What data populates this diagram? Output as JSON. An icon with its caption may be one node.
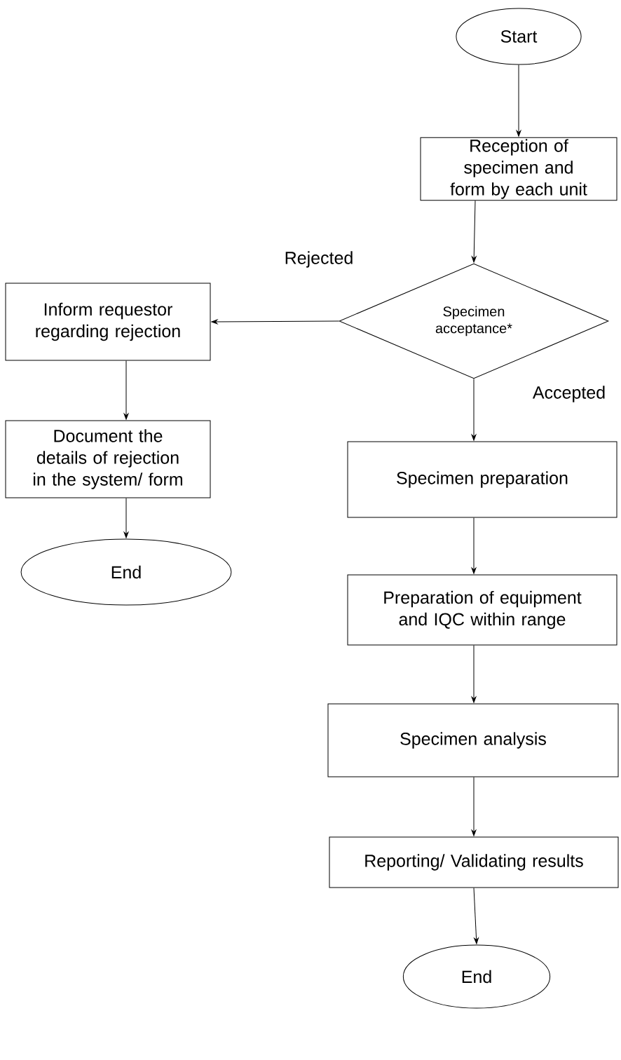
{
  "diagram": {
    "nodes": [
      {
        "text": [
          "Start"
        ]
      },
      {
        "text": [
          "Reception of specimen and form by each unit"
        ]
      },
      {
        "text": [
          "Specimen acceptance*"
        ]
      },
      {
        "text": [
          "Inform requestor regarding rejection"
        ]
      },
      {
        "text": [
          "Document the details of rejection in the system/ form"
        ]
      },
      {
        "text": [
          "End"
        ]
      },
      {
        "text": [
          "Specimen preparation"
        ]
      },
      {
        "text": [
          "Preparation of equipment and IQC within range"
        ]
      },
      {
        "text": [
          "Specimen analysis"
        ]
      },
      {
        "text": [
          "Reporting/ Validating results"
        ]
      },
      {
        "text": [
          "End"
        ]
      }
    ],
    "edges": [
      {
        "from": 0,
        "to": 1,
        "arrow": "to"
      },
      {
        "from": 1,
        "to": 2,
        "arrow": "to"
      },
      {
        "from": 2,
        "to": 3,
        "arrow": "to",
        "label": "Rejected"
      },
      {
        "from": 2,
        "to": 6,
        "arrow": "to",
        "label": "Accepted"
      },
      {
        "from": 3,
        "to": 4,
        "arrow": "to"
      },
      {
        "from": 4,
        "to": 5,
        "arrow": "to"
      },
      {
        "from": 6,
        "to": 7,
        "arrow": "to"
      },
      {
        "from": 7,
        "to": 8,
        "arrow": "to"
      },
      {
        "from": 8,
        "to": 9,
        "arrow": "to"
      },
      {
        "from": 9,
        "to": 10,
        "arrow": "to"
      }
    ]
  }
}
